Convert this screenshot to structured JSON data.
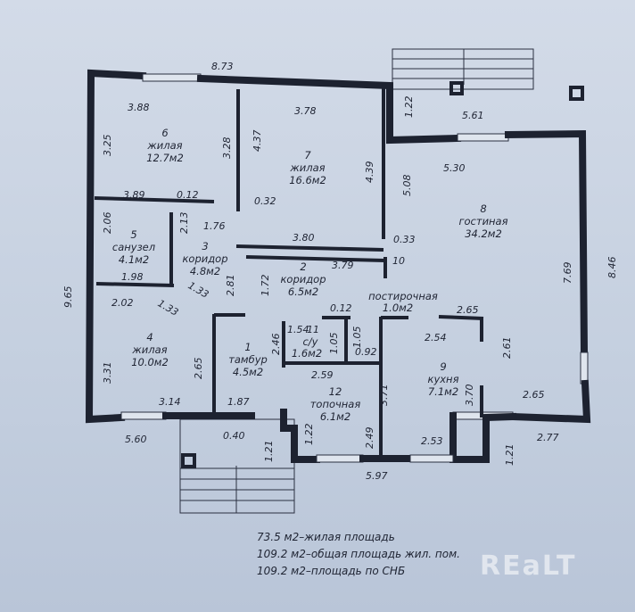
{
  "rooms": [
    {
      "num": "1",
      "name": "тамбур",
      "area": "4.5м2"
    },
    {
      "num": "2",
      "name": "коридор",
      "area": "6.5м2"
    },
    {
      "num": "3",
      "name": "коридор",
      "area": "4.8м2"
    },
    {
      "num": "4",
      "name": "жилая",
      "area": "10.0м2"
    },
    {
      "num": "5",
      "name": "санузел",
      "area": "4.1м2"
    },
    {
      "num": "6",
      "name": "жилая",
      "area": "12.7м2"
    },
    {
      "num": "7",
      "name": "жилая",
      "area": "16.6м2"
    },
    {
      "num": "8",
      "name": "гостиная",
      "area": "34.2м2"
    },
    {
      "num": "9",
      "name": "кухня",
      "area": "7.1м2"
    },
    {
      "num": "10",
      "name": "постирочная",
      "area": "1.0м2"
    },
    {
      "num": "11",
      "name": "с/у",
      "area": "1.6м2"
    },
    {
      "num": "12",
      "name": "топочная",
      "area": "6.1м2"
    }
  ],
  "dimensions": [
    "8.73",
    "3.88",
    "3.78",
    "1.22",
    "5.61",
    "3.25",
    "3.28",
    "4.37",
    "4.39",
    "5.08",
    "5.30",
    "3.89",
    "0.12",
    "0.32",
    "2.06",
    "2.13",
    "1.76",
    "3.80",
    "0.33",
    "1.98",
    "2.81",
    "1.72",
    "3.79",
    "9.65",
    "7.69",
    "8.46",
    "2.02",
    "1.33",
    "1.33",
    "0.12",
    "2.65",
    "1.54",
    "2.46",
    "1.05",
    "1.05",
    "0.92",
    "2.54",
    "2.61",
    "2.65",
    "3.31",
    "2.59",
    "3.71",
    "3.70",
    "3.14",
    "1.87",
    "2.65",
    "0.40",
    "5.60",
    "1.22",
    "2.49",
    "2.53",
    "2.77",
    "1.21",
    "1.21",
    "5.97"
  ],
  "notes": [
    "73.5 м2–жилая площадь",
    "109.2 м2–общая площадь жил. пом.",
    "109.2 м2–площадь по СНБ"
  ],
  "watermark": "REaLT"
}
